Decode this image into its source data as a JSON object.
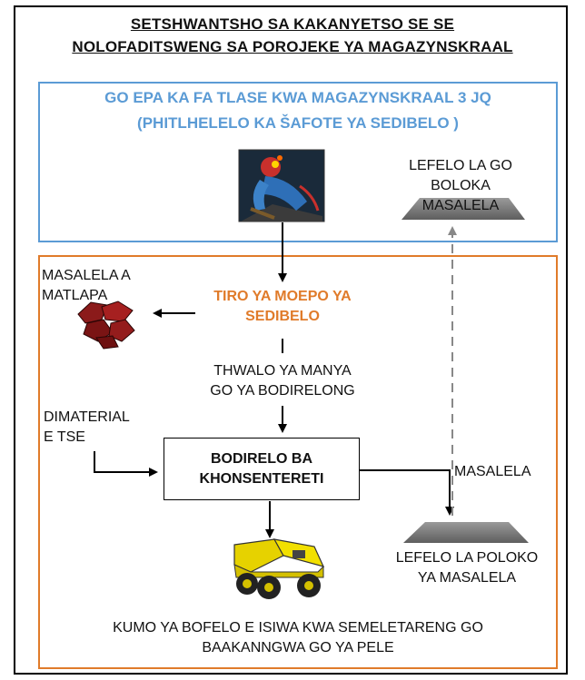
{
  "title": {
    "line1": "SETSHWANTSHO SA KAKANYETSO SE SE",
    "line2": "NOLOFADITSWENG SA POROJEKE YA MAGAZYNSKRAAL"
  },
  "top_box": {
    "line1": "GO EPA KA FA TLASE KWA MAGAZYNSKRAAL 3 JQ",
    "line2": "(PHITLHELELO KA ŠAFOTE YA SEDIBELO )",
    "stockpile_label": [
      "LEFELO LA GO",
      "BOLOKA MASALELA"
    ]
  },
  "nodes": {
    "waste_rock": [
      "MASALELA A",
      "MATLAPA"
    ],
    "shaft_mining": [
      "TIRO YA MOEPO YA",
      "SEDIBELO"
    ],
    "transport": [
      "THWALO YA MANYA",
      "GO YA BODIRELONG"
    ],
    "materials": [
      "DIMATERIAL",
      "E TSE"
    ],
    "concentrator": [
      "BODIRELO BA",
      "KHONSENTERETI"
    ],
    "tailings_flow": "MASALELA",
    "tailings_storage": [
      "LEFELO LA POLOKO",
      "YA MASALELA"
    ],
    "final_product": [
      "KUMO YA BOFELO E ISIWA KWA SEMELETARENG GO",
      "BAAKANNGWA GO YA PELE"
    ]
  },
  "colors": {
    "blue_box": "#5b9bd5",
    "orange_box": "#e07b2a",
    "waste_rock": "#8b1a1a",
    "stockpile": "#7f7f7f",
    "truck": "#e6d200"
  }
}
